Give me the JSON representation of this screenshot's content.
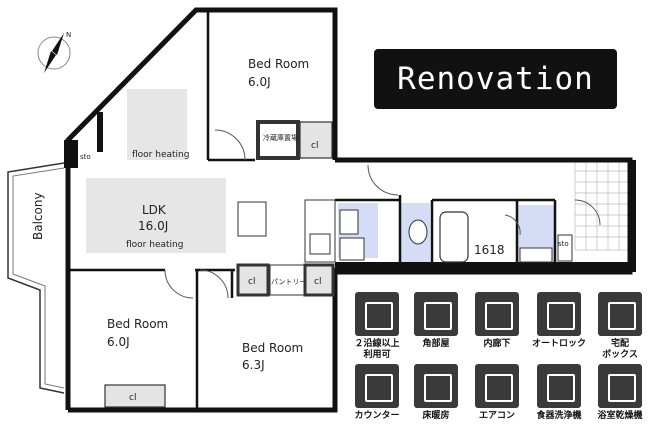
{
  "banner": "Renovation",
  "rooms": {
    "bed_top": {
      "name": "Bed Room",
      "size": "6.0J"
    },
    "ldk": {
      "name": "LDK",
      "size": "16.0J",
      "note": "floor heating"
    },
    "floor_heating_top": "floor heating",
    "bed_left": {
      "name": "Bed Room",
      "size": "6.0J"
    },
    "bed_mid": {
      "name": "Bed Room",
      "size": "6.3J"
    },
    "balcony": "Balcony",
    "bath_size": "1618"
  },
  "storage": {
    "sto_left": "sto",
    "sto_right": "sto",
    "cl": "cl",
    "pantry": "パントリー",
    "fridge_label": "冷蔵庫置場"
  },
  "features": [
    {
      "label": "２沿線以上\n利用可",
      "icon": "train-icon"
    },
    {
      "label": "角部屋",
      "icon": "corner-room-icon"
    },
    {
      "label": "内廊下",
      "icon": "inner-corridor-icon"
    },
    {
      "label": "オートロック",
      "icon": "auto-lock-icon"
    },
    {
      "label": "宅配\nボックス",
      "icon": "delivery-box-icon"
    },
    {
      "label": "カウンター",
      "icon": "counter-kitchen-icon"
    },
    {
      "label": "床暖房",
      "icon": "floor-heating-icon"
    },
    {
      "label": "エアコン",
      "icon": "air-conditioner-icon"
    },
    {
      "label": "食器洗浄機",
      "icon": "dishwasher-icon"
    },
    {
      "label": "浴室乾燥機",
      "icon": "bathroom-dryer-icon"
    }
  ]
}
